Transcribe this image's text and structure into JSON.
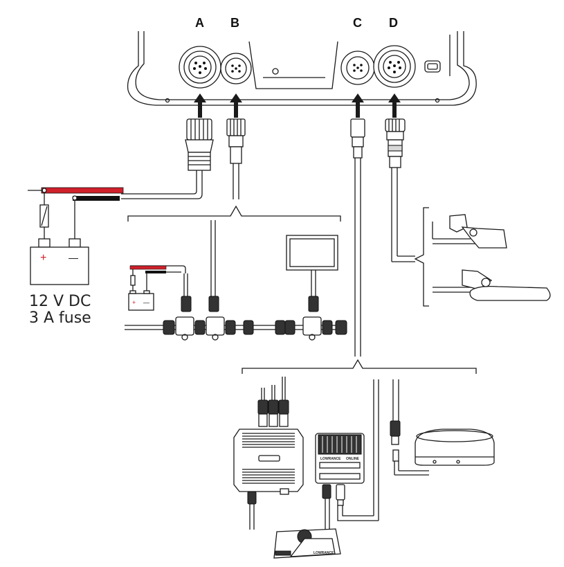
{
  "ports": [
    {
      "id": "A",
      "label": "A"
    },
    {
      "id": "B",
      "label": "B"
    },
    {
      "id": "C",
      "label": "C"
    },
    {
      "id": "D",
      "label": "D"
    }
  ],
  "power": {
    "voltage_label": "12 V DC",
    "fuse_label": "3 A fuse",
    "battery_plus": "+",
    "battery_minus": "—"
  },
  "module_labels": {
    "brand_left": "LOWRANCE",
    "brand_right": "ONLINE",
    "sonar_brand": "LOWRANCE"
  },
  "colors": {
    "positive_wire": "#d0202a",
    "negative_wire": "#111111",
    "arrow": "#1a1a1a"
  }
}
